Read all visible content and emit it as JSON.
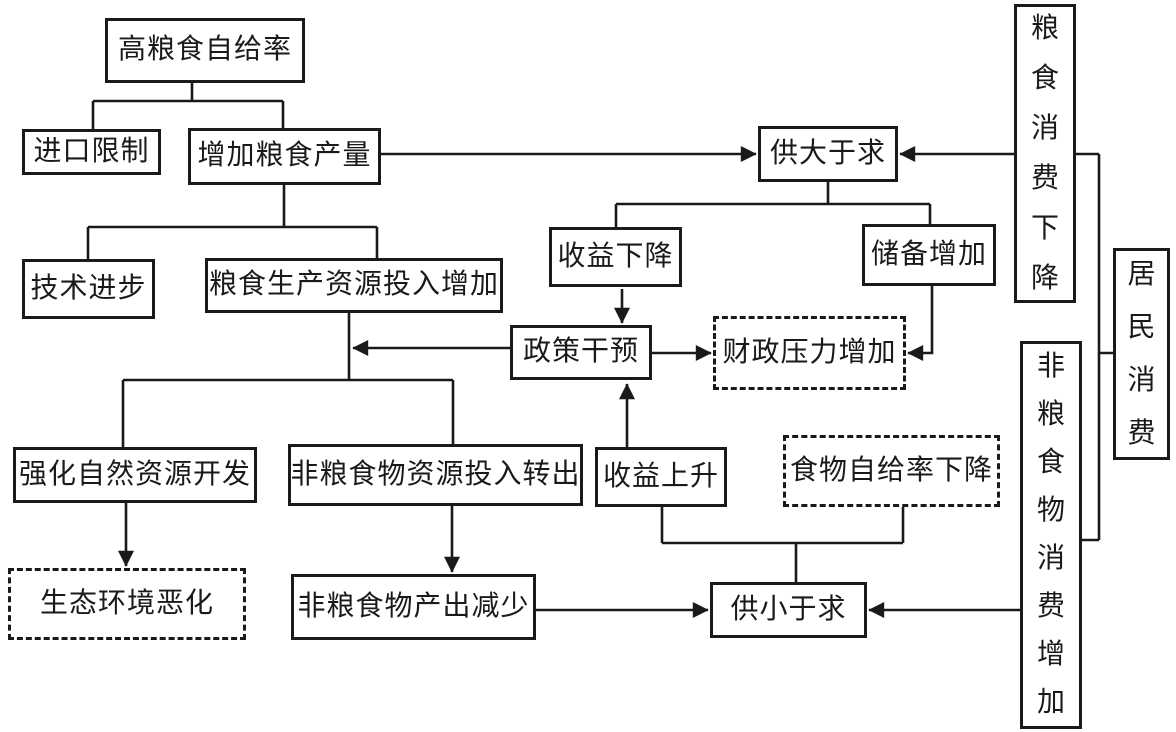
{
  "diagram": {
    "type": "flowchart",
    "background_color": "#ffffff",
    "line_color": "#1a1a1a",
    "text_color": "#1a1a1a",
    "nodes": {
      "high_grain_self_sufficiency": {
        "label": "高粮食自给率",
        "style": "solid"
      },
      "import_restriction": {
        "label": "进口限制",
        "style": "solid"
      },
      "increase_grain_output": {
        "label": "增加粮食产量",
        "style": "solid"
      },
      "supply_exceeds_demand": {
        "label": "供大于求",
        "style": "solid"
      },
      "grain_consumption_decline": {
        "label": "粮食消费下降",
        "style": "solid",
        "orientation": "vertical"
      },
      "technological_progress": {
        "label": "技术进步",
        "style": "solid"
      },
      "grain_production_resource_input_increase": {
        "label": "粮食生产资源投入增加",
        "style": "solid"
      },
      "revenue_decline": {
        "label": "收益下降",
        "style": "solid"
      },
      "reserve_increase": {
        "label": "储备增加",
        "style": "solid"
      },
      "policy_intervention": {
        "label": "政策干预",
        "style": "solid"
      },
      "fiscal_pressure_increase": {
        "label": "财政压力增加",
        "style": "dashed"
      },
      "resident_consumption": {
        "label": "居民消费",
        "style": "solid",
        "orientation": "vertical"
      },
      "strengthen_natural_resource_development": {
        "label": "强化自然资源开发",
        "style": "solid"
      },
      "non_grain_resource_input_transfer_out": {
        "label": "非粮食物资源投入转出",
        "style": "solid"
      },
      "revenue_rise": {
        "label": "收益上升",
        "style": "solid"
      },
      "food_self_sufficiency_decline": {
        "label": "食物自给率下降",
        "style": "dashed"
      },
      "non_grain_food_consumption_increase": {
        "label": "非粮食物消费增加",
        "style": "solid",
        "orientation": "vertical"
      },
      "ecological_environment_deterioration": {
        "label": "生态环境恶化",
        "style": "dashed"
      },
      "non_grain_food_output_decrease": {
        "label": "非粮食物产出减少",
        "style": "solid"
      },
      "supply_less_than_demand": {
        "label": "供小于求",
        "style": "solid"
      }
    },
    "edges": [
      {
        "from": "high_grain_self_sufficiency",
        "to": "import_restriction",
        "arrow": false
      },
      {
        "from": "high_grain_self_sufficiency",
        "to": "increase_grain_output",
        "arrow": false
      },
      {
        "from": "increase_grain_output",
        "to": "supply_exceeds_demand",
        "arrow": true
      },
      {
        "from": "grain_consumption_decline",
        "to": "supply_exceeds_demand",
        "arrow": true
      },
      {
        "from": "increase_grain_output",
        "to": "technological_progress",
        "arrow": false
      },
      {
        "from": "increase_grain_output",
        "to": "grain_production_resource_input_increase",
        "arrow": false
      },
      {
        "from": "supply_exceeds_demand",
        "to": "revenue_decline",
        "arrow": false
      },
      {
        "from": "supply_exceeds_demand",
        "to": "reserve_increase",
        "arrow": false
      },
      {
        "from": "revenue_decline",
        "to": "policy_intervention",
        "arrow": true
      },
      {
        "from": "policy_intervention",
        "to": "fiscal_pressure_increase",
        "arrow": true
      },
      {
        "from": "reserve_increase",
        "to": "fiscal_pressure_increase",
        "arrow": true
      },
      {
        "from": "policy_intervention",
        "to": "grain_production_resource_input_increase",
        "arrow": true
      },
      {
        "from": "grain_production_resource_input_increase",
        "to": "strengthen_natural_resource_development",
        "arrow": false
      },
      {
        "from": "grain_production_resource_input_increase",
        "to": "non_grain_resource_input_transfer_out",
        "arrow": false
      },
      {
        "from": "strengthen_natural_resource_development",
        "to": "ecological_environment_deterioration",
        "arrow": true
      },
      {
        "from": "non_grain_resource_input_transfer_out",
        "to": "non_grain_food_output_decrease",
        "arrow": true
      },
      {
        "from": "revenue_rise",
        "to": "policy_intervention",
        "arrow": true
      },
      {
        "from": "revenue_rise",
        "to": "supply_less_than_demand",
        "arrow": false
      },
      {
        "from": "food_self_sufficiency_decline",
        "to": "supply_less_than_demand",
        "arrow": false
      },
      {
        "from": "non_grain_food_output_decrease",
        "to": "supply_less_than_demand",
        "arrow": true
      },
      {
        "from": "non_grain_food_consumption_increase",
        "to": "supply_less_than_demand",
        "arrow": true
      },
      {
        "from": "resident_consumption",
        "to": "grain_consumption_decline",
        "arrow": false
      },
      {
        "from": "resident_consumption",
        "to": "non_grain_food_consumption_increase",
        "arrow": false
      }
    ]
  }
}
